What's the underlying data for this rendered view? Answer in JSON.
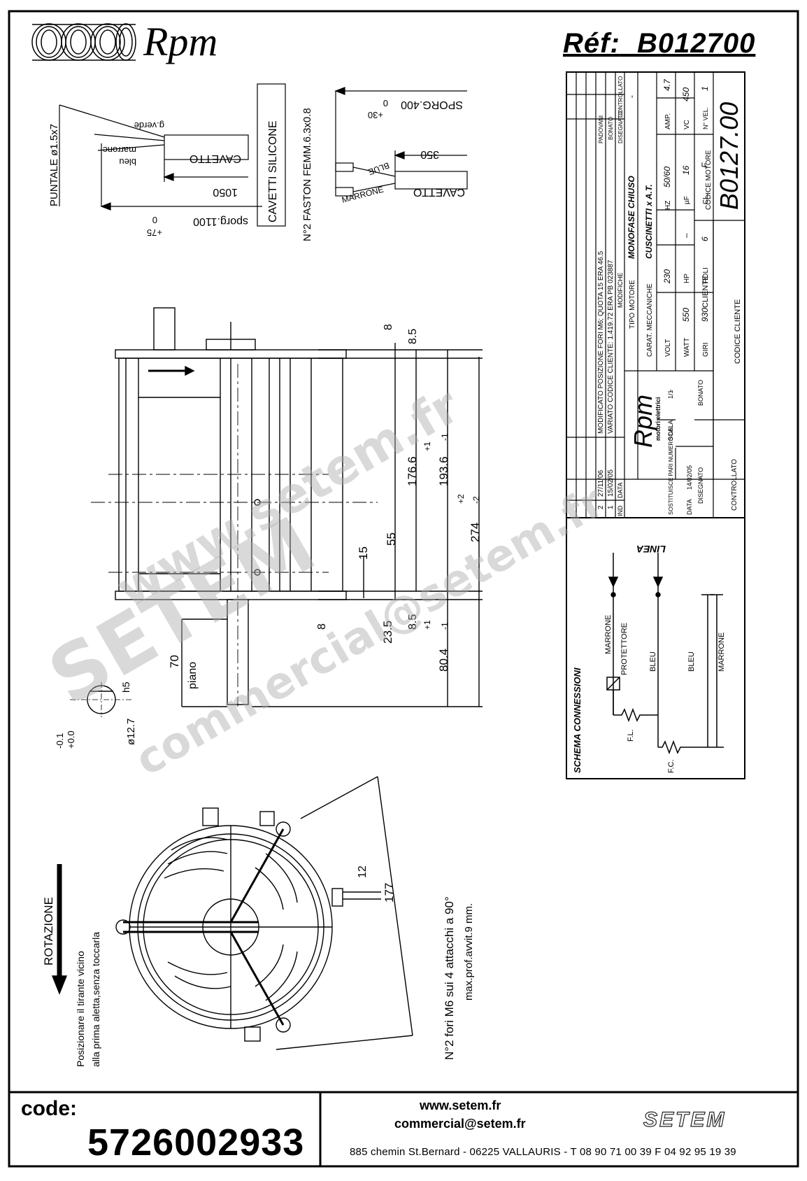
{
  "header": {
    "brand": "Rpm",
    "ref_label": "Réf:",
    "ref_value": "B012700"
  },
  "title_block": {
    "modifications": [
      {
        "num": "2",
        "date": "27/11/06",
        "text": "MODIFICATO POSIZIONE FORI M6; QUOTA 15 ERA 46.5"
      },
      {
        "num": "1",
        "date": "15/02/05",
        "text": "VARIATO CODICE CLIENTE: 1.419.72 ERA PB 023887"
      }
    ],
    "mod_header": {
      "num": "IND",
      "date": "DATA",
      "text": "MODIFICHE",
      "drawn": "DISEGNATO",
      "checked": "CONTROLLATO"
    },
    "mod_people": [
      "PADOVANI",
      "BONATO"
    ],
    "tipo_motore_label": "TIPO MOTORE",
    "tipo_motore": "MONOFASE CHIUSO",
    "carat_label": "CARAT. MECCANICHE",
    "carat": "CUSCINETTI x A.T.",
    "dash": "-",
    "specs": [
      {
        "label": "VOLT",
        "value": "230"
      },
      {
        "label": "HZ",
        "value": "50/60"
      },
      {
        "label": "AMP.",
        "value": "4.7"
      },
      {
        "label": "WATT",
        "value": "550"
      },
      {
        "label": "HP",
        "value": "–"
      },
      {
        "label": "µF",
        "value": "16"
      },
      {
        "label": "VC",
        "value": "450"
      },
      {
        "label": "GIRI",
        "value": "930"
      },
      {
        "label": "POLI",
        "value": "6"
      },
      {
        "label": "CL.",
        "value": "F"
      },
      {
        "label": "N° VEL.",
        "value": "1"
      }
    ],
    "cliente_label": "CLIENTE",
    "codice_cliente_label": "CODICE CLIENTE",
    "codice_motore_label": "CODICE MOTORE",
    "codice_motore": "B0127.00",
    "sostituisce_label": "SOSTITUISCE PARI NUMERO DEL",
    "scala_label": "SCALA",
    "scala": "1/1",
    "data_label": "DATA",
    "data": "14/02/05",
    "disegnato_label": "DISEGNATO",
    "disegnato": "BONATO",
    "controllato_label": "CONTROLLATO",
    "logo_sub": "motori elettrici"
  },
  "wiring": {
    "title": "SCHEMA CONNESSIONI",
    "linea": "LINEA",
    "labels": [
      "MARRONE",
      "PROTETTORE",
      "BLEU",
      "BLEU",
      "MARRONE",
      "F.L.",
      "F.C."
    ]
  },
  "cables": {
    "left": {
      "puntale": "PUNTALE ø1.5x7",
      "verde": "g.verde",
      "marrone": "marrone",
      "bleu": "bleu",
      "cavetto": "CAVETTO",
      "len": "1050",
      "sporg": "sporg.1100",
      "sporg_tol": "0",
      "sporg_tol_plus": "+75"
    },
    "middle": {
      "box": "CAVETTI SILICONE",
      "faston": "N°2 FASTON FEMM.6.3x0.8"
    },
    "right": {
      "sporg": "SPORG.400",
      "sporg_tol": "0",
      "sporg_tol_plus": "+30",
      "len": "350",
      "blue": "BLUE",
      "marrone": "MARRONE",
      "cavetto": "CAVETTO"
    }
  },
  "side_view": {
    "dims": [
      "8",
      "8.5",
      "176.6",
      "193.6",
      "274",
      "55",
      "15",
      "8",
      "23.5",
      "8.5",
      "80.4",
      "70",
      "h5",
      "ø12.7"
    ],
    "tol_plus_1": "+1",
    "tol_minus_1": "-1",
    "tol_plus_2": "+2",
    "tol_minus_2": "-2",
    "piano": "piano",
    "shaft_tol_a": "-0.1",
    "shaft_tol_b": "+0.0"
  },
  "front_view": {
    "rotazione": "ROTAZIONE",
    "note1": "Posizionare il tirante vicino",
    "note2": "alla prima aletta,senza toccarla",
    "holes1": "N°2 fori M6 sui 4 attacchi a 90°",
    "holes2": "max.prof.avvit.9 mm.",
    "dim_177": "177",
    "dim_12": "12"
  },
  "footer": {
    "code_label": "code:",
    "code_value": "5726002933",
    "web": "www.setem.fr",
    "email": "commercial@setem.fr",
    "address": "885 chemin St.Bernard  -  06225 VALLAURIS  -  T 08 90 71 00 39   F 04 92 95 19 39",
    "setem": "SETEM"
  },
  "watermark": {
    "line1": "www.setem.fr",
    "line2": "SETEM",
    "line3": "commercial@setem.fr"
  }
}
